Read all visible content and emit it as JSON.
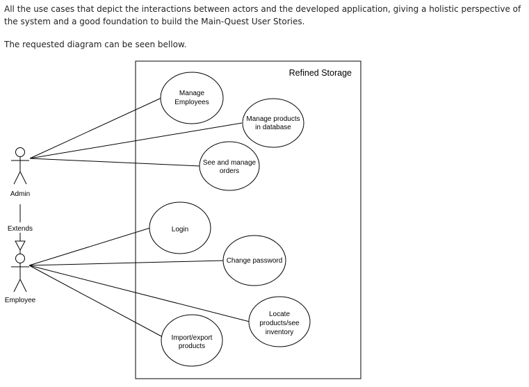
{
  "intro_text": "All the use cases that depict the interactions between actors and the developed application, giving a holistic perspective of the system and a good foundation to build the Main-Quest User Stories.",
  "note_text": "The requested diagram can be seen bellow.",
  "diagram": {
    "system_title": "Refined Storage",
    "actors": {
      "admin": "Admin",
      "employee": "Employee"
    },
    "relation_label": "Extends",
    "use_cases": {
      "manage_employees": [
        "Manage",
        "Employees"
      ],
      "manage_products": [
        "Manage products",
        "in database"
      ],
      "see_orders": [
        "See and manage",
        "orders"
      ],
      "login": [
        "Login"
      ],
      "change_password": [
        "Change password"
      ],
      "locate_products": [
        "Locate",
        "products/see",
        "inventory"
      ],
      "import_export": [
        "Import/export",
        "products"
      ]
    }
  }
}
